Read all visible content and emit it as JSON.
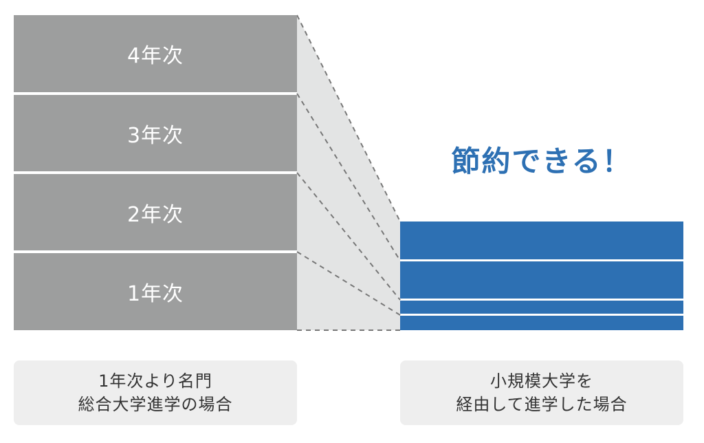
{
  "years_left": [
    {
      "label": "4年次"
    },
    {
      "label": "3年次"
    },
    {
      "label": "2年次"
    },
    {
      "label": "1年次"
    }
  ],
  "right_segments": 4,
  "headline": "節約できる！",
  "captions": {
    "left_line1": "1年次より名門",
    "left_line2": "総合大学進学の場合",
    "right_line1": "小規模大学を",
    "right_line2": "経由して進学した場合"
  },
  "colors": {
    "gray_block": "#9d9e9e",
    "blue_block": "#2d70b3",
    "connector_fill": "#e3e4e4",
    "caption_bg": "#eeeeee"
  }
}
